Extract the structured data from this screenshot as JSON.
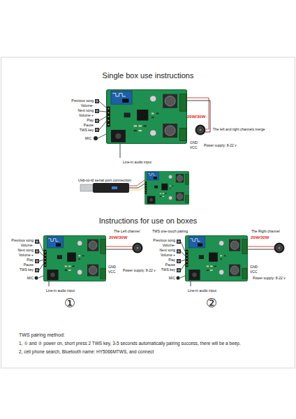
{
  "diagram": {
    "title": "Single box use instructions",
    "labels": [
      "Previous song",
      "Volume-",
      "Next song",
      "Volume +",
      "Play",
      "Pause",
      "TWS key",
      "MIC",
      "20W/30W",
      "The left and right channels merge",
      "GND",
      "VCC",
      "Power supply: 8-22 v",
      "Line-in audio input",
      "Usb-to-ttl serial port connection",
      "Instructions for use on boxes",
      "The Left channel",
      "Previous song",
      "Volume-",
      "Next song",
      "Volume +",
      "Play",
      "Pause",
      "TWS key",
      "MIC",
      "20W/30W",
      "GND",
      "VCC",
      "Power supply: 8-22 v",
      "Line-in audio input",
      "①",
      "TWS one-touch pairing",
      "The Right channel",
      "Previous song",
      "Volume-",
      "Next song",
      "Volume +",
      "Play",
      "Pause",
      "TWS key",
      "MIC",
      "20W/30W",
      "GND",
      "VCC",
      "Power supply: 8-22 v",
      "Line-in audio input",
      "②",
      "TWS pairing method:",
      "1, ① and ② power on, short press 2 TWS key, 3-5 seconds automatically pairing success, there will be a beep.",
      "2, cell phone search, Bluetooth name: HY5066MTWS, and connect"
    ]
  }
}
